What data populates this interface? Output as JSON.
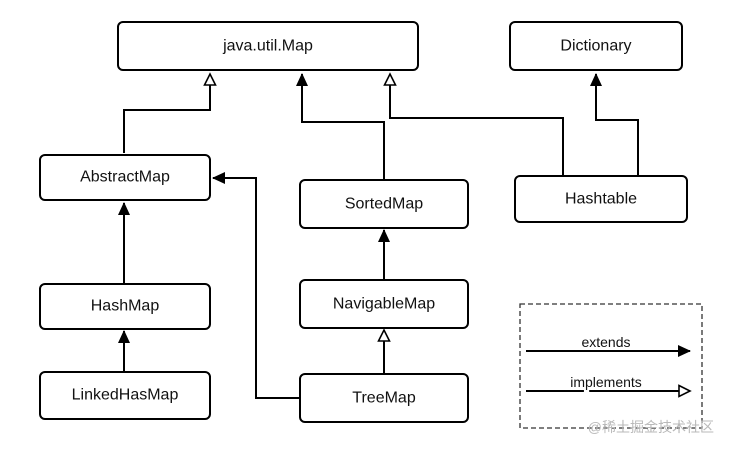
{
  "nodes": {
    "map": "java.util.Map",
    "dictionary": "Dictionary",
    "abstract_map": "AbstractMap",
    "sorted_map": "SortedMap",
    "hashtable": "Hashtable",
    "hash_map": "HashMap",
    "navigable_map": "NavigableMap",
    "linked_hash_map": "LinkedHasMap",
    "tree_map": "TreeMap"
  },
  "edges": [
    {
      "from": "abstract_map",
      "to": "map",
      "kind": "implements"
    },
    {
      "from": "sorted_map",
      "to": "map",
      "kind": "extends"
    },
    {
      "from": "hashtable",
      "to": "map",
      "kind": "implements"
    },
    {
      "from": "hashtable",
      "to": "dictionary",
      "kind": "extends"
    },
    {
      "from": "hash_map",
      "to": "abstract_map",
      "kind": "extends"
    },
    {
      "from": "linked_hash_map",
      "to": "hash_map",
      "kind": "extends"
    },
    {
      "from": "tree_map",
      "to": "abstract_map",
      "kind": "extends"
    },
    {
      "from": "navigable_map",
      "to": "sorted_map",
      "kind": "extends"
    },
    {
      "from": "tree_map",
      "to": "navigable_map",
      "kind": "implements"
    }
  ],
  "legend": {
    "extends": "extends",
    "implements": "implements"
  },
  "watermark": "@稀土掘金技术社区",
  "colors": {
    "stroke": "#000000",
    "background": "#ffffff",
    "watermark": "#b9b9b9"
  }
}
